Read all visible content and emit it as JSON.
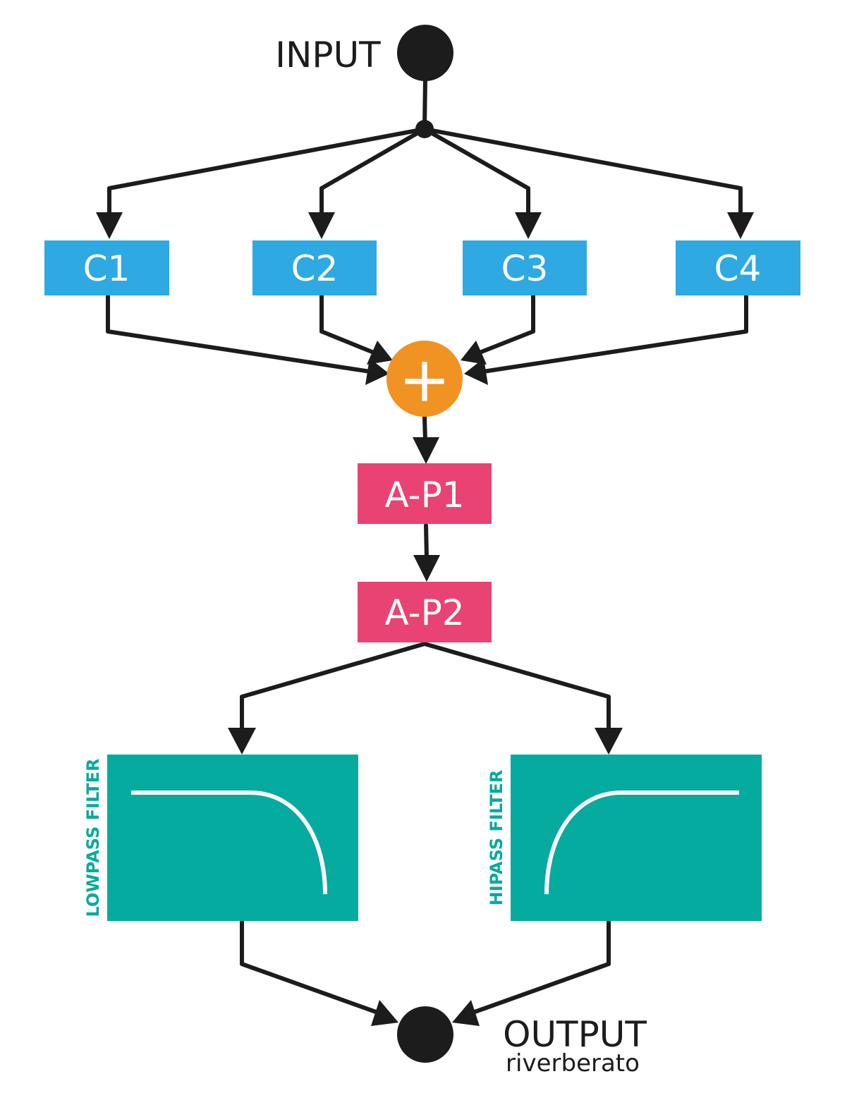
{
  "input_label": "INPUT",
  "output_label": "OUTPUT",
  "output_sublabel": "riverberato",
  "comb_filters": [
    {
      "label": "C1"
    },
    {
      "label": "C2"
    },
    {
      "label": "C3"
    },
    {
      "label": "C4"
    }
  ],
  "summing_node": {
    "symbol": "+"
  },
  "allpass_filters": [
    {
      "label": "A-P1"
    },
    {
      "label": "A-P2"
    }
  ],
  "filters": {
    "lowpass": {
      "label": "LOWPASS FILTER"
    },
    "hipass": {
      "label": "HIPASS FILTER"
    }
  },
  "colors": {
    "comb": "#2ea9e1",
    "sum": "#f19322",
    "allpass": "#e84372",
    "filter": "#06ab9f",
    "wire": "#1c1c1c"
  }
}
